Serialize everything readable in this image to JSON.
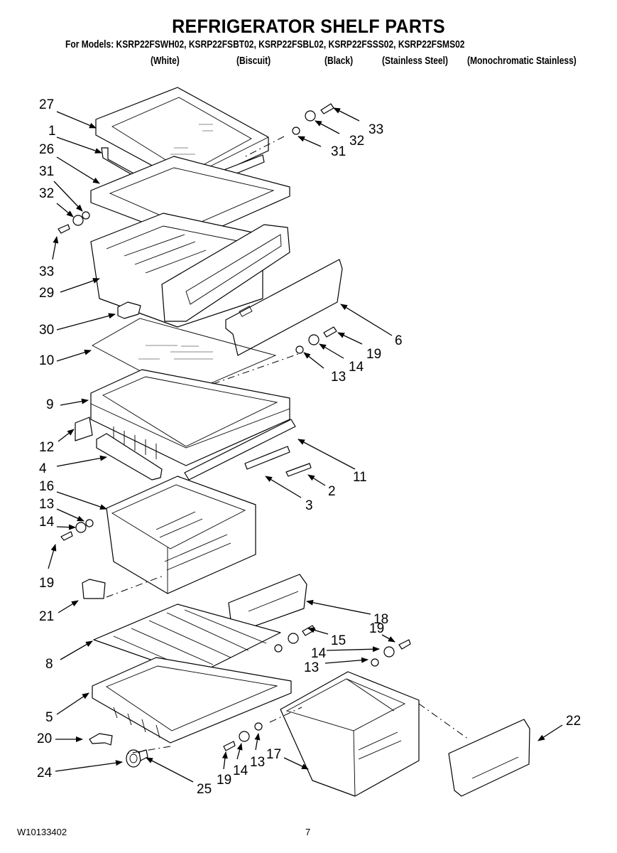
{
  "header": {
    "title": "REFRIGERATOR SHELF PARTS",
    "models_line": "For Models: KSRP22FSWH02, KSRP22FSBT02, KSRP22FSBL02, KSRP22FSSS02, KSRP22FSMS02",
    "variants": [
      "(White)",
      "(Biscuit)",
      "(Black)",
      "(Stainless Steel)",
      "(Monochromatic Stainless)"
    ]
  },
  "footer": {
    "document_number": "W10133402",
    "page_number": "7"
  },
  "callouts": [
    {
      "id": "27",
      "label": "27"
    },
    {
      "id": "1",
      "label": "1"
    },
    {
      "id": "26",
      "label": "26"
    },
    {
      "id": "31a",
      "label": "31"
    },
    {
      "id": "32a",
      "label": "32"
    },
    {
      "id": "33a",
      "label": "33"
    },
    {
      "id": "29",
      "label": "29"
    },
    {
      "id": "31b",
      "label": "31"
    },
    {
      "id": "32b",
      "label": "32"
    },
    {
      "id": "33b",
      "label": "33"
    },
    {
      "id": "30",
      "label": "30"
    },
    {
      "id": "10",
      "label": "10"
    },
    {
      "id": "6",
      "label": "6"
    },
    {
      "id": "19a",
      "label": "19"
    },
    {
      "id": "14a",
      "label": "14"
    },
    {
      "id": "13a",
      "label": "13"
    },
    {
      "id": "9",
      "label": "9"
    },
    {
      "id": "12",
      "label": "12"
    },
    {
      "id": "4",
      "label": "4"
    },
    {
      "id": "11",
      "label": "11"
    },
    {
      "id": "2",
      "label": "2"
    },
    {
      "id": "3",
      "label": "3"
    },
    {
      "id": "16",
      "label": "16"
    },
    {
      "id": "13b",
      "label": "13"
    },
    {
      "id": "14b",
      "label": "14"
    },
    {
      "id": "19b",
      "label": "19"
    },
    {
      "id": "21",
      "label": "21"
    },
    {
      "id": "18",
      "label": "18"
    },
    {
      "id": "8",
      "label": "8"
    },
    {
      "id": "15",
      "label": "15"
    },
    {
      "id": "19c",
      "label": "19"
    },
    {
      "id": "14c",
      "label": "14"
    },
    {
      "id": "13c",
      "label": "13"
    },
    {
      "id": "5",
      "label": "5"
    },
    {
      "id": "22",
      "label": "22"
    },
    {
      "id": "20",
      "label": "20"
    },
    {
      "id": "24",
      "label": "24"
    },
    {
      "id": "25",
      "label": "25"
    },
    {
      "id": "19d",
      "label": "19"
    },
    {
      "id": "14d",
      "label": "14"
    },
    {
      "id": "13d",
      "label": "13"
    },
    {
      "id": "17",
      "label": "17"
    }
  ]
}
